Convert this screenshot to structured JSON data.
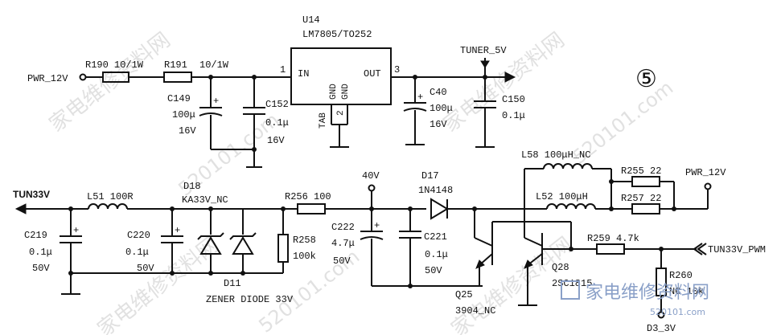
{
  "section_number": "⑤",
  "nets": {
    "pwr_12v_in": "PWR_12V",
    "tuner_5v": "TUNER_5V",
    "tun33v": "TUN33V",
    "pwr_12v_right": "PWR_12V",
    "v40": "40V",
    "tun33v_pwm": "TUN33V_PWM",
    "d3_3v": "D3_3V"
  },
  "u14": {
    "ref": "U14",
    "part": "LM7805/TO252",
    "pin_in_num": "1",
    "pin_in": "IN",
    "pin_out": "OUT",
    "pin_out_num": "3",
    "pin_gnd1": "GND",
    "pin_gnd2": "GND",
    "pin_tab": "TAB",
    "pin_tab_num": "2"
  },
  "components": {
    "r190": "R190 10/1W",
    "r191": "R191",
    "r191_value": "10/1W",
    "c149": "C149",
    "c149_v1": "100μ",
    "c149_v2": "16V",
    "c152": "C152",
    "c152_v1": "0.1μ",
    "c152_v2": "16V",
    "c40": "C40",
    "c40_v1": "100μ",
    "c40_v2": "16V",
    "c150": "C150",
    "c150_v1": "0.1μ",
    "l51": "L51 100R",
    "c219": "C219",
    "c219_v1": "0.1μ",
    "c219_v2": "50V",
    "c220": "C220",
    "c220_v1": "0.1μ",
    "c220_v2": "50V",
    "d18": "D18",
    "d18_value": "KA33V_NC",
    "d11": "D11",
    "d11_desc": "ZENER DIODE 33V",
    "r258": "R258",
    "r258_value": "100k",
    "r256": "R256 100",
    "c222": "C222",
    "c222_v1": "4.7μ",
    "c222_v2": "50V",
    "c221": "C221",
    "c221_v1": "0.1μ",
    "c221_v2": "50V",
    "d17": "D17",
    "d17_value": "1N4148",
    "l58": "L58 100μH_NC",
    "l52": "L52 100μH",
    "r255": "R255 22",
    "r257": "R257 22",
    "r259": "R259 4.7k",
    "q25": "Q25",
    "q25_value": "3904_NC",
    "q28": "Q28",
    "q28_value": "2SC1815",
    "r260": "R260",
    "r260_value": "NC 10k"
  },
  "watermarks": {
    "cn": "家电维修资料网",
    "url": "520101.com",
    "brand_cn": "家电维修资料网",
    "brand_url": "520101.com"
  }
}
